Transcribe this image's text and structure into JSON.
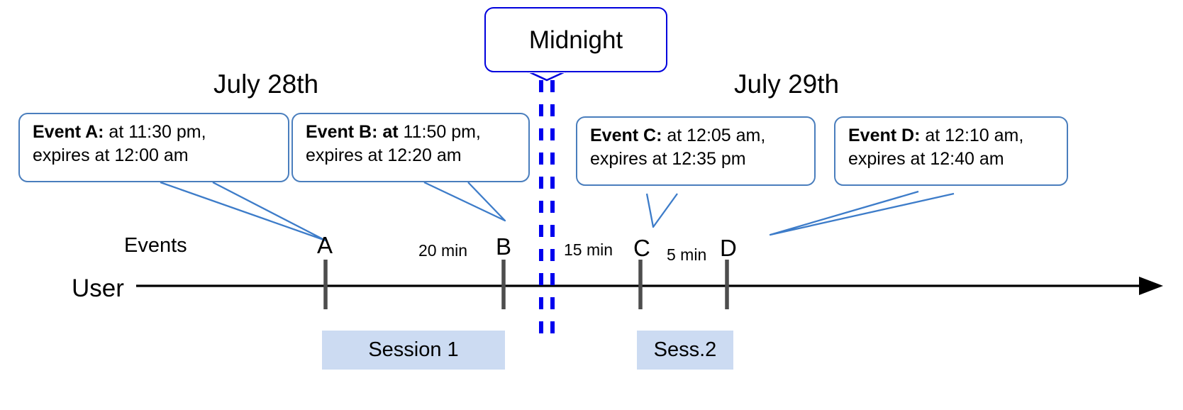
{
  "diagram": {
    "title_labels": {
      "day_left": "July 28th",
      "day_right": "July 29th",
      "midnight": "Midnight"
    },
    "rows": {
      "events_label": "Events",
      "user_label": "User"
    },
    "events": [
      {
        "id": "A",
        "marker": "A",
        "line1_bold": "Event A:",
        "line1_rest": " at 11:30 pm,",
        "line2": "expires at 12:00 am"
      },
      {
        "id": "B",
        "marker": "B",
        "line1_bold": "Event B: at",
        "line1_rest": " 11:50 pm,",
        "line2": "expires at 12:20 am"
      },
      {
        "id": "C",
        "marker": "C",
        "line1_bold": "Event C:",
        "line1_rest": " at 12:05 am,",
        "line2": "expires at 12:35 pm"
      },
      {
        "id": "D",
        "marker": "D",
        "line1_bold": "Event D:",
        "line1_rest": "  at 12:10 am,",
        "line2": "expires at 12:40 am"
      }
    ],
    "gaps": [
      {
        "id": "a-b",
        "label": "20 min"
      },
      {
        "id": "b-c",
        "label": "15 min"
      },
      {
        "id": "c-d",
        "label": "5 min"
      }
    ],
    "sessions": [
      {
        "id": "s1",
        "label": "Session 1"
      },
      {
        "id": "s2",
        "label": "Sess.2"
      }
    ],
    "colors": {
      "callout_border": "#4a7ebd",
      "midnight_border": "#0000dd",
      "midnight_line": "#0000ee",
      "session_fill": "#ccdbf2",
      "axis": "#000000",
      "tick": "#4d4d4d"
    }
  }
}
